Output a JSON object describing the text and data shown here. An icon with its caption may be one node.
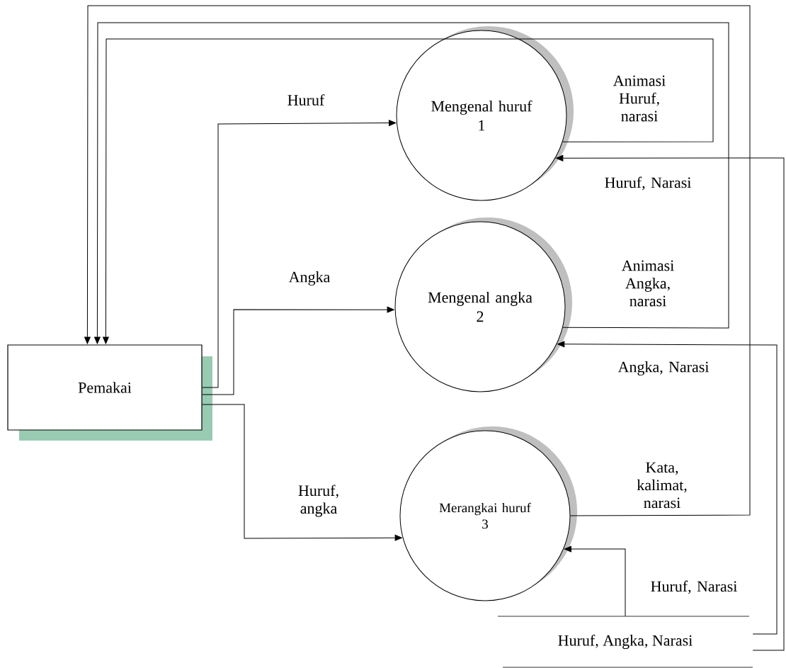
{
  "diagram": {
    "nodes": [
      {
        "text": [
          "Pemakai"
        ]
      },
      {
        "text": [
          "Mengenal huruf",
          "1"
        ]
      },
      {
        "text": [
          "Mengenal angka",
          "2"
        ]
      },
      {
        "text": [
          "Merangkai huruf",
          "3"
        ]
      },
      {
        "text": [
          "Huruf, Angka, Narasi"
        ]
      }
    ],
    "edges": [
      {
        "from": 0,
        "to": 1,
        "arrow": "to",
        "label": "Huruf"
      },
      {
        "from": 0,
        "to": 2,
        "arrow": "to",
        "label": "Angka"
      },
      {
        "from": 0,
        "to": 3,
        "arrow": "to",
        "label": "Huruf, angka"
      },
      {
        "from": 1,
        "to": 0,
        "arrow": "to",
        "label": "Animasi Huruf, narasi"
      },
      {
        "from": 2,
        "to": 0,
        "arrow": "to",
        "label": "Animasi Angka, narasi"
      },
      {
        "from": 3,
        "to": 0,
        "arrow": "to",
        "label": "Kata, kalimat, narasi"
      },
      {
        "from": 4,
        "to": 1,
        "arrow": "to",
        "label": "Huruf, Narasi"
      },
      {
        "from": 4,
        "to": 2,
        "arrow": "to",
        "label": "Angka, Narasi"
      },
      {
        "from": 4,
        "to": 3,
        "arrow": "to",
        "label": "Huruf, Narasi"
      }
    ]
  }
}
